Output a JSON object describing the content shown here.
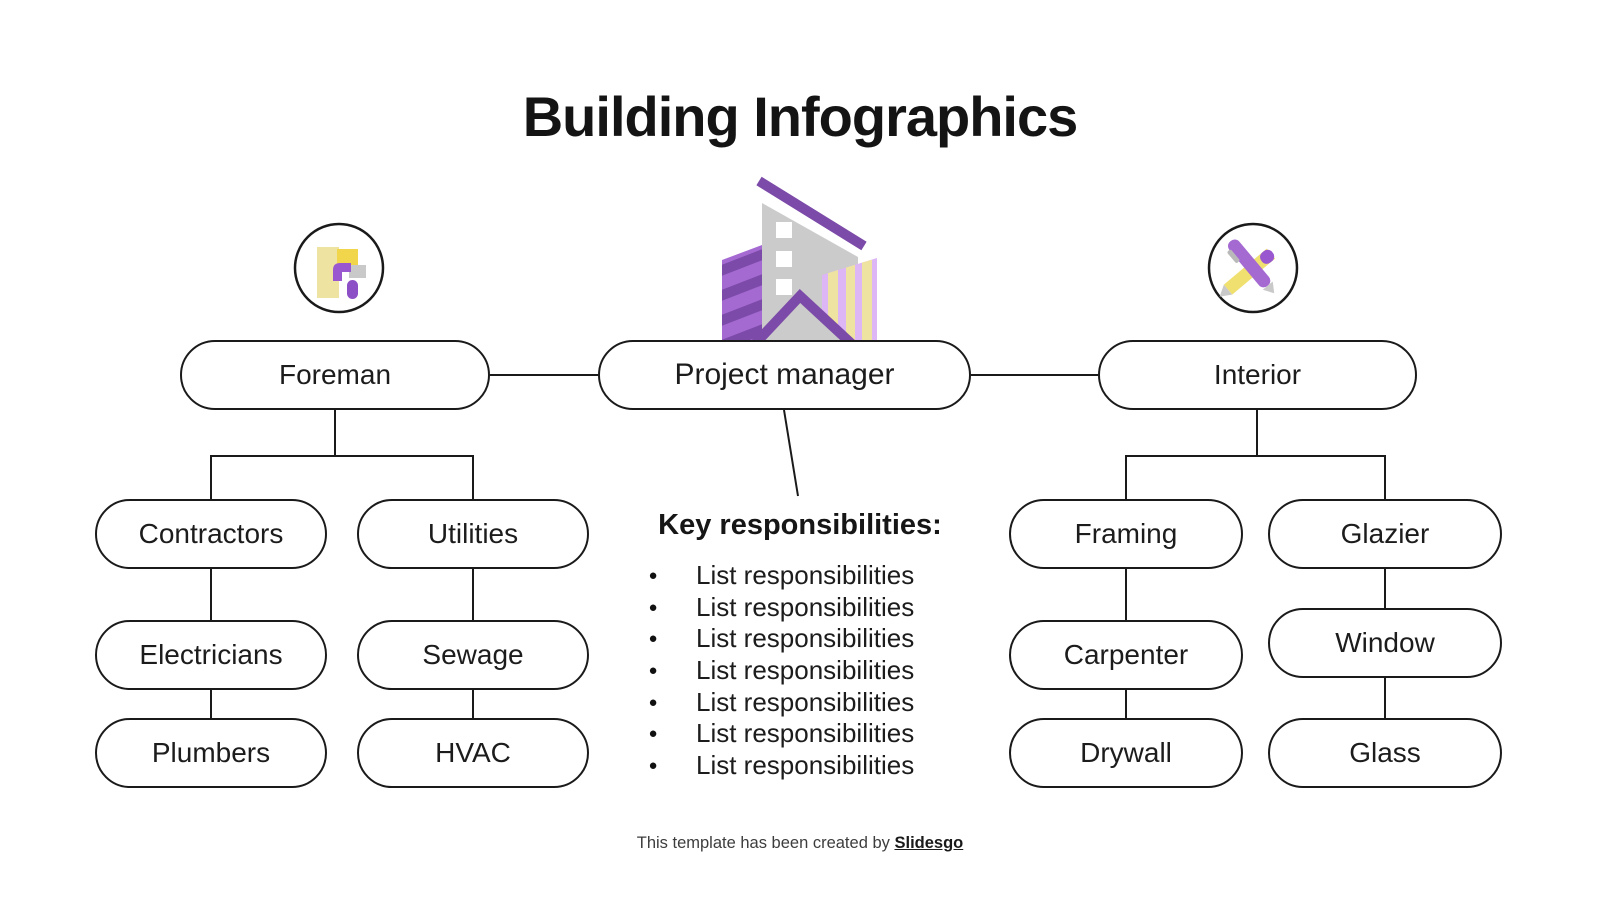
{
  "title": "Building Infographics",
  "icons": {
    "left": "paint-roller-icon",
    "center": "building-icon",
    "right": "crossed-pencils-icon"
  },
  "nodes": {
    "foreman": "Foreman",
    "project_manager": "Project manager",
    "interior": "Interior",
    "contractors": "Contractors",
    "utilities": "Utilities",
    "electricians": "Electricians",
    "sewage": "Sewage",
    "plumbers": "Plumbers",
    "hvac": "HVAC",
    "framing": "Framing",
    "glazier": "Glazier",
    "carpenter": "Carpenter",
    "window": "Window",
    "drywall": "Drywall",
    "glass": "Glass"
  },
  "responsibilities": {
    "heading": "Key responsibilities:",
    "bullet": "●",
    "items": [
      "List responsibilities",
      "List responsibilities",
      "List responsibilities",
      "List responsibilities",
      "List responsibilities",
      "List responsibilities",
      "List responsibilities"
    ]
  },
  "footer": {
    "text": "This template has been created by",
    "brand": "Slidesgo"
  },
  "colors": {
    "line": "#1a1a1a",
    "purple_dark": "#7c4aa8",
    "purple_medium": "#a56ad2",
    "lavender": "#dcb6f5",
    "yellow_bright": "#f1d54a",
    "yellow_pale": "#efe3a2",
    "gray": "#cbcbcb"
  }
}
